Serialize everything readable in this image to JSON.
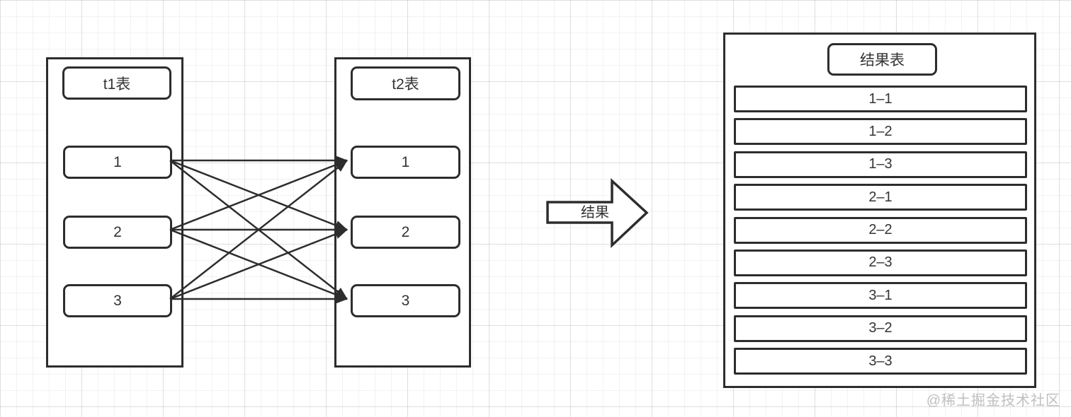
{
  "t1_table": {
    "title": "t1表",
    "items": [
      "1",
      "2",
      "3"
    ]
  },
  "t2_table": {
    "title": "t2表",
    "items": [
      "1",
      "2",
      "3"
    ]
  },
  "result_arrow_label": "结果",
  "result_table": {
    "title": "结果表",
    "rows": [
      "1–1",
      "1–2",
      "1–3",
      "2–1",
      "2–2",
      "2–3",
      "3–1",
      "3–2",
      "3–3"
    ]
  },
  "watermark": "@稀土掘金技术社区",
  "colors": {
    "stroke": "#2d2d2d",
    "text": "#333333",
    "watermark": "#bfbfbf",
    "background": "#ffffff"
  }
}
